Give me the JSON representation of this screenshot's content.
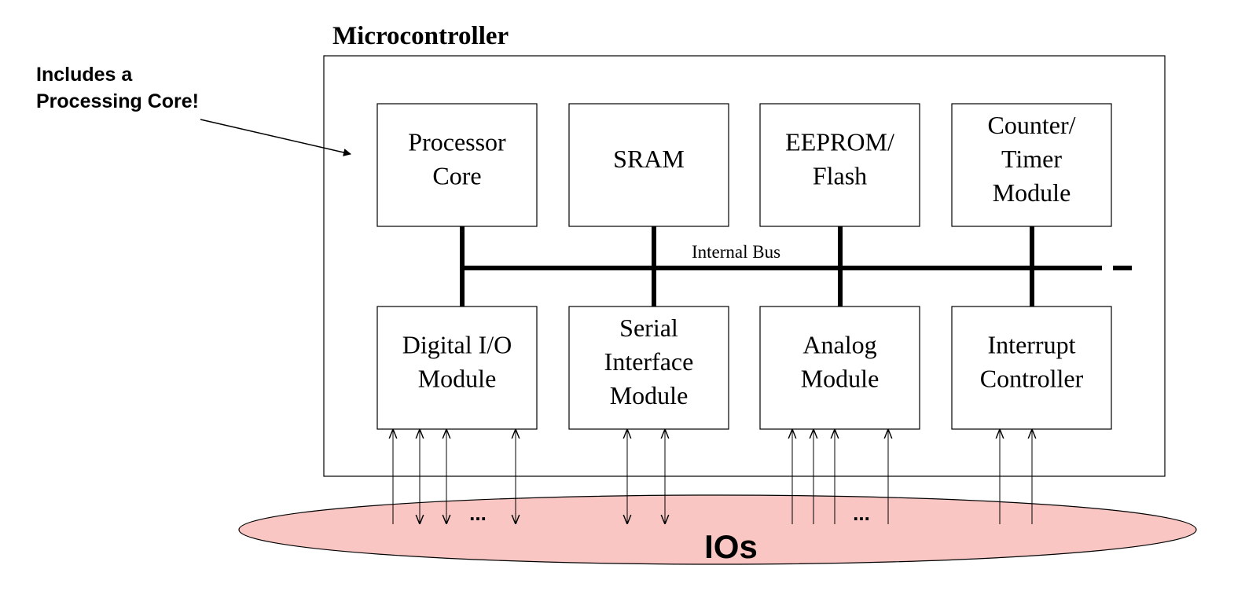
{
  "title": "Microcontroller",
  "note": [
    "Includes a",
    "Processing Core!"
  ],
  "bus_label": "Internal Bus",
  "io_label": "IOs",
  "ellipsis": "...",
  "colors": {
    "io_fill": "#f9c6c3",
    "line": "#000000"
  },
  "top_modules": [
    {
      "lines": [
        "Processor",
        "Core"
      ]
    },
    {
      "lines": [
        "SRAM"
      ]
    },
    {
      "lines": [
        "EEPROM/",
        "Flash"
      ]
    },
    {
      "lines": [
        "Counter/",
        "Timer",
        "Module"
      ]
    }
  ],
  "bottom_modules": [
    {
      "lines": [
        "Digital I/O",
        "Module"
      ]
    },
    {
      "lines": [
        "Serial",
        "Interface",
        "Module"
      ]
    },
    {
      "lines": [
        "Analog",
        "Module"
      ]
    },
    {
      "lines": [
        "Interrupt",
        "Controller"
      ]
    }
  ]
}
